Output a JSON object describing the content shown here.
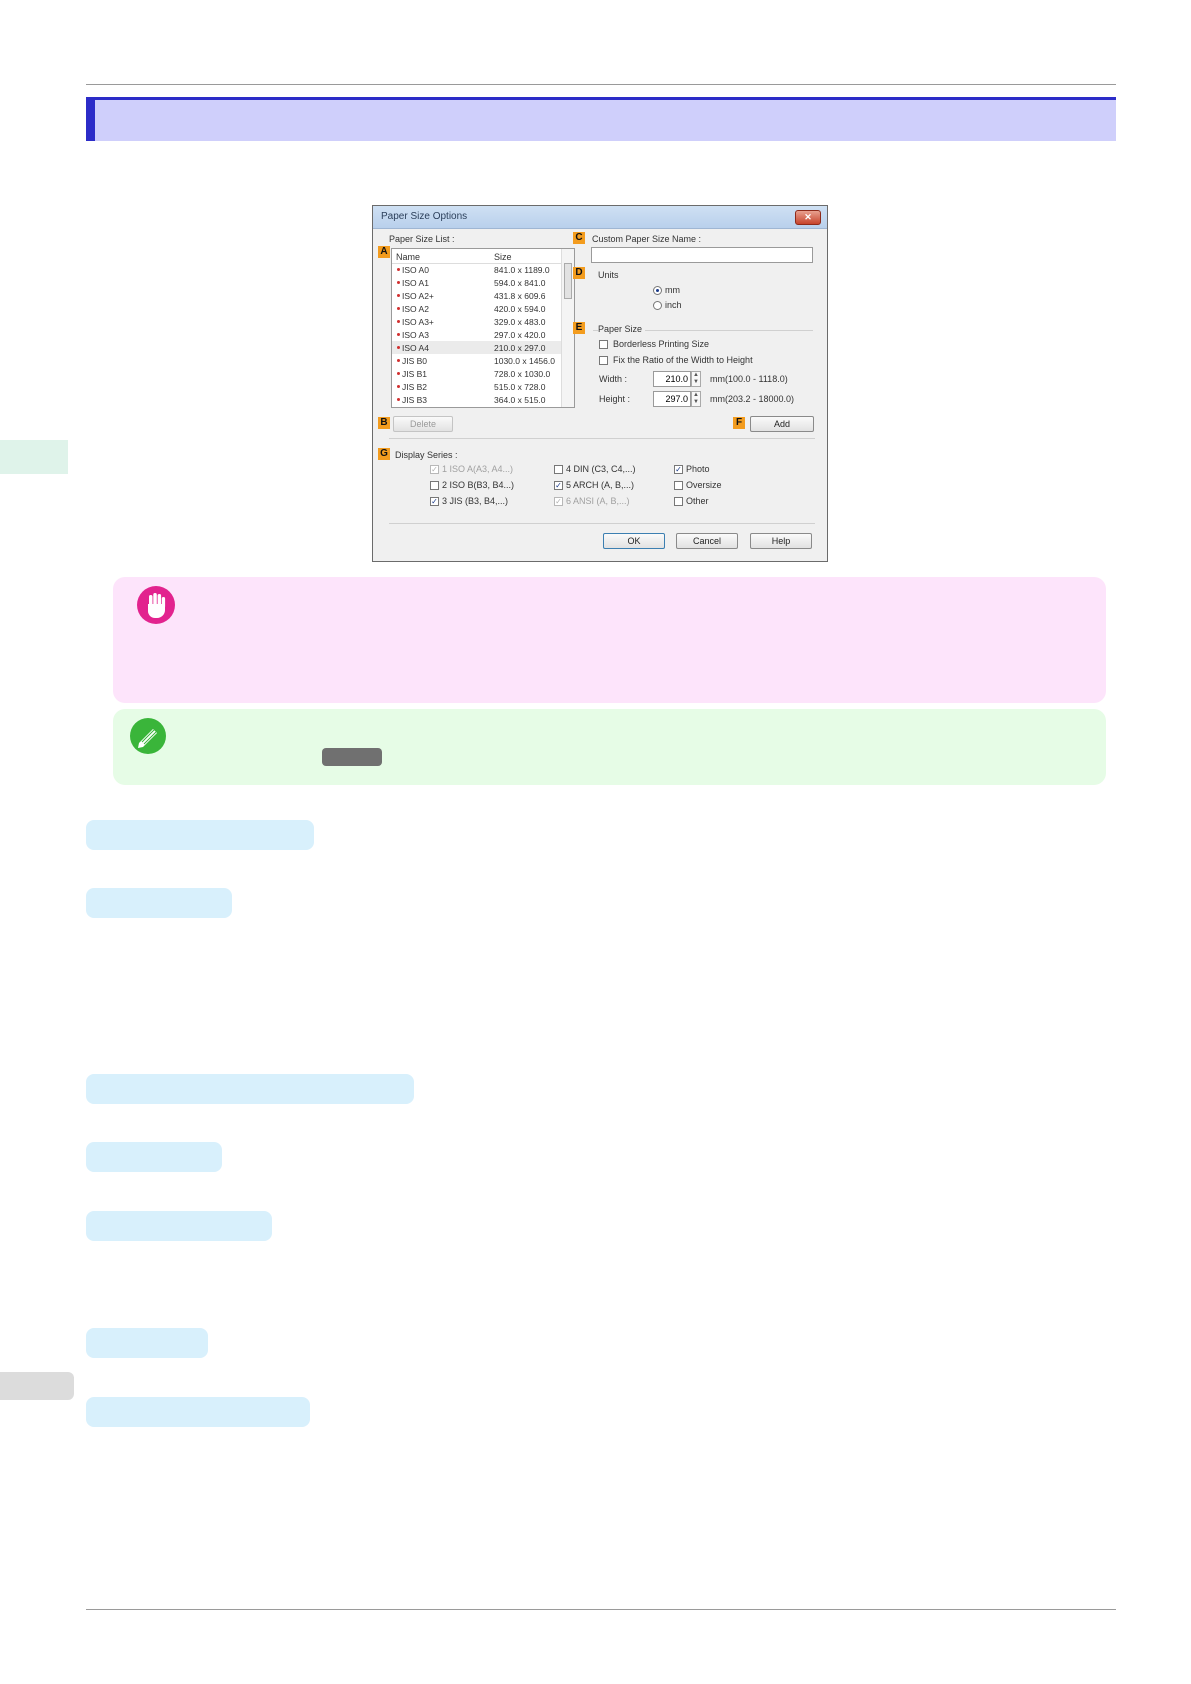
{
  "dialog": {
    "title": "Paper Size Options",
    "close_label": "✕",
    "paper_size_list_label": "Paper Size List :",
    "list_columns": {
      "name": "Name",
      "size": "Size"
    },
    "list_rows": [
      {
        "name": "ISO A0",
        "size": "841.0 x 1189.0"
      },
      {
        "name": "ISO A1",
        "size": "594.0 x 841.0"
      },
      {
        "name": "ISO A2+",
        "size": "431.8 x 609.6"
      },
      {
        "name": "ISO A2",
        "size": "420.0 x 594.0"
      },
      {
        "name": "ISO A3+",
        "size": "329.0 x 483.0"
      },
      {
        "name": "ISO A3",
        "size": "297.0 x 420.0"
      },
      {
        "name": "ISO A4",
        "size": "210.0 x 297.0"
      },
      {
        "name": "JIS B0",
        "size": "1030.0 x 1456.0"
      },
      {
        "name": "JIS B1",
        "size": "728.0 x 1030.0"
      },
      {
        "name": "JIS B2",
        "size": "515.0 x 728.0"
      },
      {
        "name": "JIS B3",
        "size": "364.0 x 515.0"
      }
    ],
    "delete_label": "Delete",
    "custom_name_label": "Custom Paper Size Name :",
    "custom_name_value": "",
    "units_label": "Units",
    "unit_mm": "mm",
    "unit_inch": "inch",
    "paper_size_group": "Paper Size",
    "borderless_label": "Borderless Printing Size",
    "fix_ratio_label": "Fix the Ratio of the Width to Height",
    "width_label": "Width :",
    "width_value": "210.0",
    "width_range": "mm(100.0 - 1118.0)",
    "height_label": "Height :",
    "height_value": "297.0",
    "height_range": "mm(203.2 - 18000.0)",
    "add_label": "Add",
    "display_series_label": "Display Series :",
    "series": {
      "s1": "1 ISO A(A3, A4...)",
      "s2": "2 ISO B(B3, B4...)",
      "s3": "3 JIS (B3, B4,...)",
      "s4": "4 DIN (C3, C4,...)",
      "s5": "5 ARCH (A, B,...)",
      "s6": "6 ANSI (A, B,...)",
      "photo": "Photo",
      "oversize": "Oversize",
      "other": "Other"
    },
    "ok_label": "OK",
    "cancel_label": "Cancel",
    "help_label": "Help"
  },
  "markers": {
    "a": "A",
    "b": "B",
    "c": "C",
    "d": "D",
    "e": "E",
    "f": "F",
    "g": "G"
  },
  "icons": {
    "important": "hand-stop-icon",
    "note": "pencil-icon"
  },
  "colors": {
    "title_bar": "#cfcffb",
    "title_accent": "#2c2cc8",
    "marker": "#f39c1e",
    "important_bg": "#fde4fb",
    "note_bg": "#e6fce6",
    "pill": "#d8f0fc"
  }
}
